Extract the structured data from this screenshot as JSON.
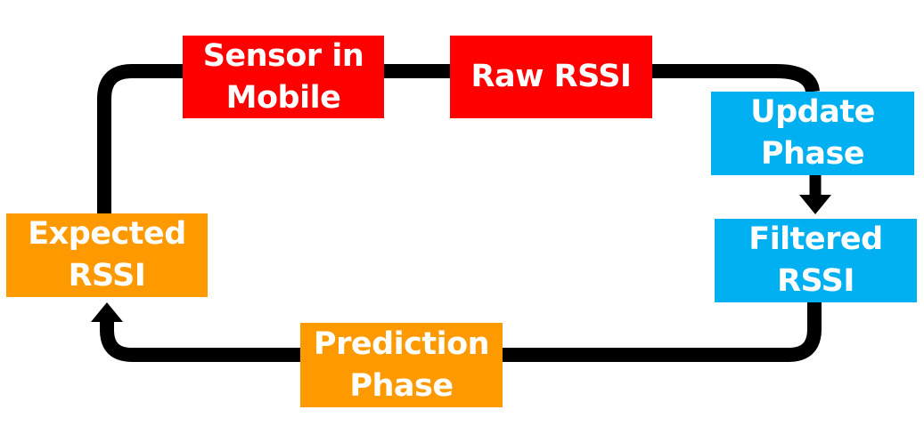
{
  "colors": {
    "red": "#ff0000",
    "blue": "#00b0f0",
    "orange": "#ff9900",
    "text": "#ffffff",
    "loop": "#000000"
  },
  "nodes": {
    "sensor": {
      "line1": "Sensor in",
      "line2": "Mobile",
      "color": "#ff0000"
    },
    "raw": {
      "line1": "Raw RSSI",
      "color": "#ff0000"
    },
    "update": {
      "line1": "Update",
      "line2": "Phase",
      "color": "#00b0f0"
    },
    "filtered": {
      "line1": "Filtered",
      "line2": "RSSI",
      "color": "#00b0f0"
    },
    "predict": {
      "line1": "Prediction",
      "line2": "Phase",
      "color": "#ff9900"
    },
    "expected": {
      "line1": "Expected",
      "line2": "RSSI",
      "color": "#ff9900"
    }
  }
}
